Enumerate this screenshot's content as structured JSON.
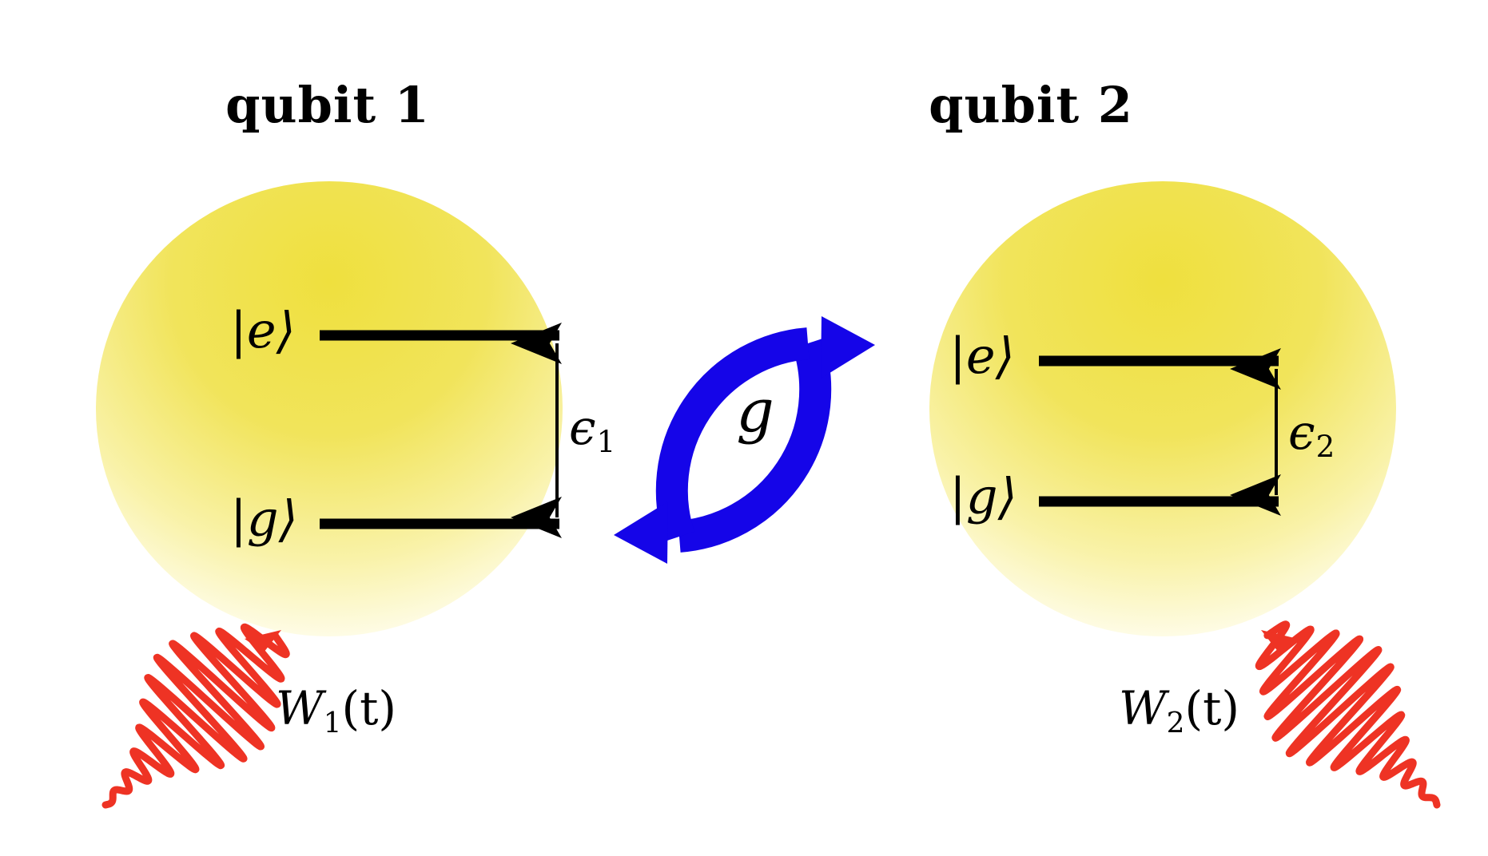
{
  "figure": {
    "kind": "two-qubit-coupling-schematic",
    "background": "#ffffff"
  },
  "qubit1": {
    "title": "qubit 1",
    "excited_ket": "|e⟩",
    "ground_ket": "|g⟩",
    "gap_label_symbol": "ϵ",
    "gap_label_sub": "1",
    "drive_label_symbol": "W",
    "drive_label_sub": "1",
    "drive_label_arg": "(t)"
  },
  "qubit2": {
    "title": "qubit 2",
    "excited_ket": "|e⟩",
    "ground_ket": "|g⟩",
    "gap_label_symbol": "ϵ",
    "gap_label_sub": "2",
    "drive_label_symbol": "W",
    "drive_label_sub": "2",
    "drive_label_arg": "(t)"
  },
  "coupling": {
    "label": "g",
    "icon": "circular-exchange-arrows",
    "color": "#1505E8"
  },
  "colors": {
    "blob_top": "#F0E247",
    "blob_bottom": "#FFFFF2",
    "level_line": "#000000",
    "coupling_blue": "#1505E8",
    "pulse_red": "#EE3324",
    "text": "#000000"
  }
}
